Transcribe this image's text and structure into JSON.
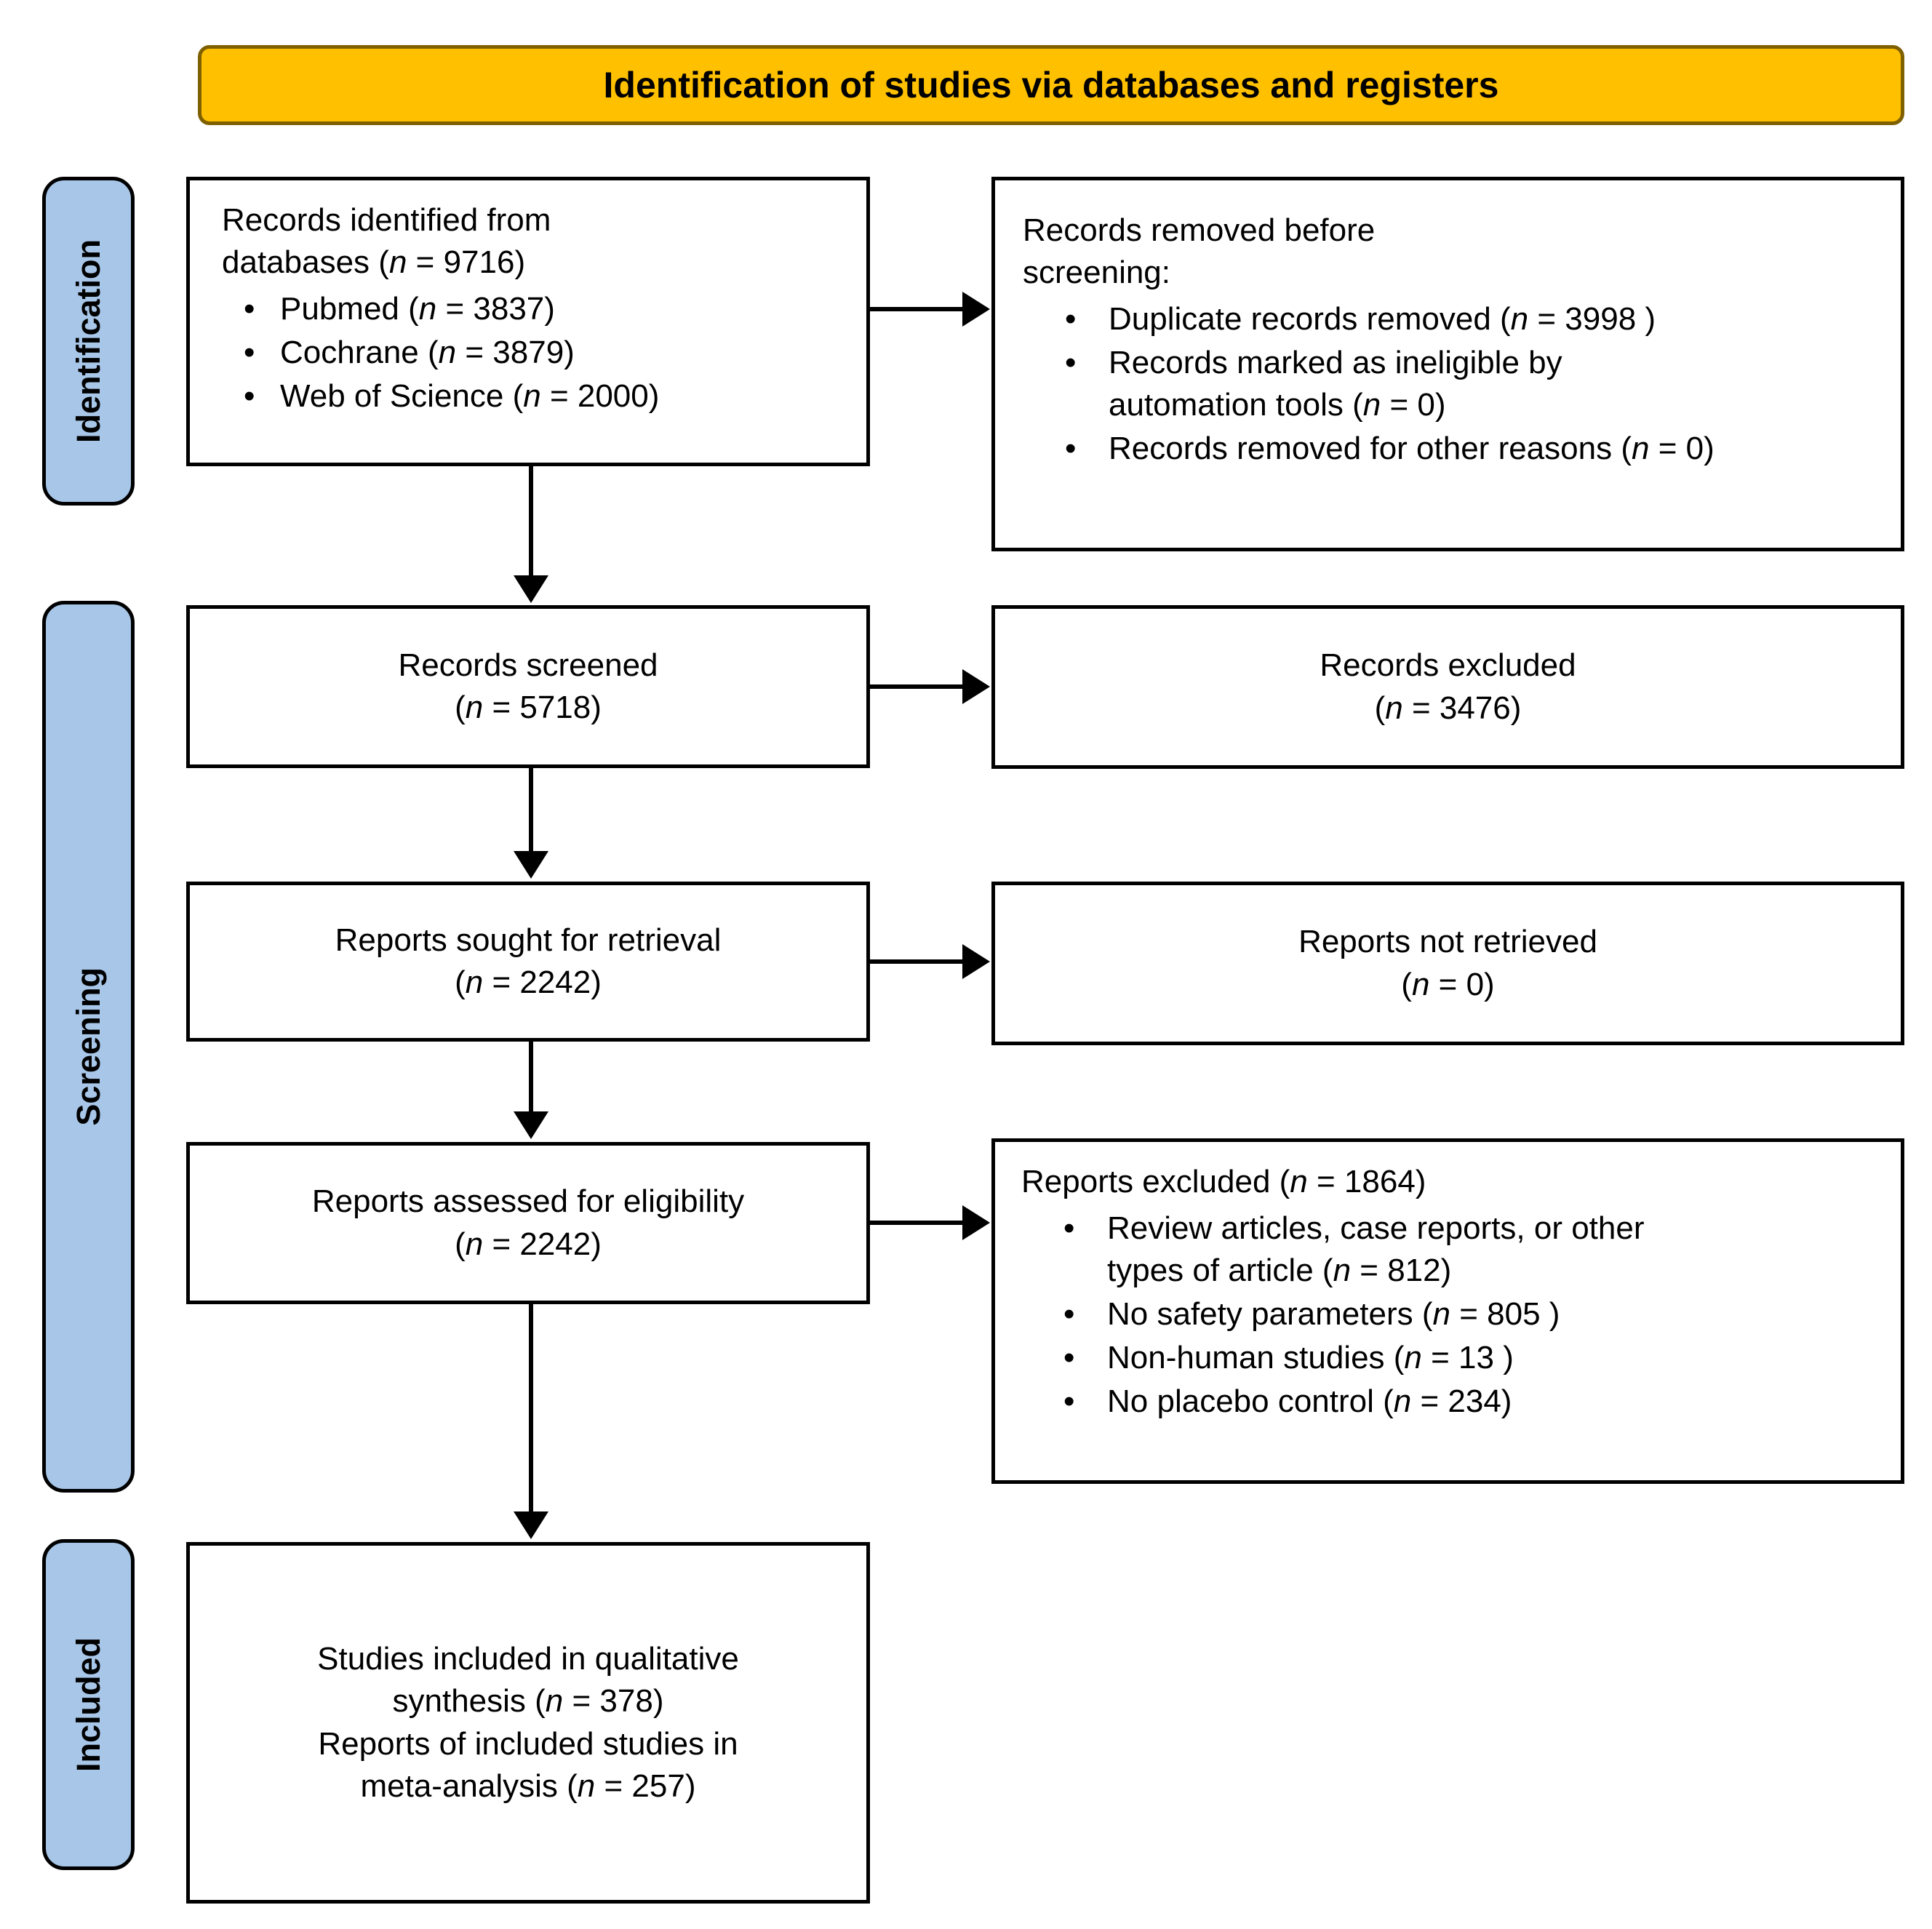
{
  "banner": {
    "title": "Identification of studies via databases and registers"
  },
  "stages": [
    {
      "label": "Identification"
    },
    {
      "label": "Screening"
    },
    {
      "label": "Included"
    }
  ],
  "boxes": {
    "identified": {
      "title": "Records identified from\ndatabases (n = 9716)",
      "bullets": [
        "Pubmed (n = 3837)",
        "Cochrane (n = 3879)",
        "Web of Science (n = 2000)"
      ]
    },
    "removed": {
      "title": "Records removed before\nscreening:",
      "bullets": [
        "Duplicate records removed (n = 3998 )",
        "Records marked as ineligible by\nautomation tools (n = 0)",
        "Records removed for other reasons (n = 0)"
      ]
    },
    "screened": {
      "lines": [
        "Records screened",
        "(n = 5718)"
      ]
    },
    "records_excluded": {
      "lines": [
        "Records excluded",
        "(n = 3476)"
      ]
    },
    "sought": {
      "lines": [
        "Reports sought for retrieval",
        "(n = 2242)"
      ]
    },
    "not_retrieved": {
      "lines": [
        "Reports not retrieved",
        "(n = 0)"
      ]
    },
    "assessed": {
      "lines": [
        "Reports assessed for eligibility",
        "(n = 2242)"
      ]
    },
    "reports_excluded": {
      "title": "Reports excluded (n = 1864)",
      "bullets": [
        "Review articles, case reports, or other\ntypes of article (n = 812)",
        "No safety parameters (n = 805 )",
        "Non-human studies (n = 13 )",
        "No placebo control (n = 234)"
      ]
    },
    "included": {
      "lines": [
        "Studies included in qualitative\nsynthesis (n = 378)",
        "Reports of included studies in\nmeta-analysis (n = 257)"
      ]
    }
  },
  "colors": {
    "banner_bg": "#FFC000",
    "banner_border": "#7F6000",
    "stage_bg": "#A7C6E8",
    "box_border": "#000000",
    "arrow": "#000000"
  }
}
